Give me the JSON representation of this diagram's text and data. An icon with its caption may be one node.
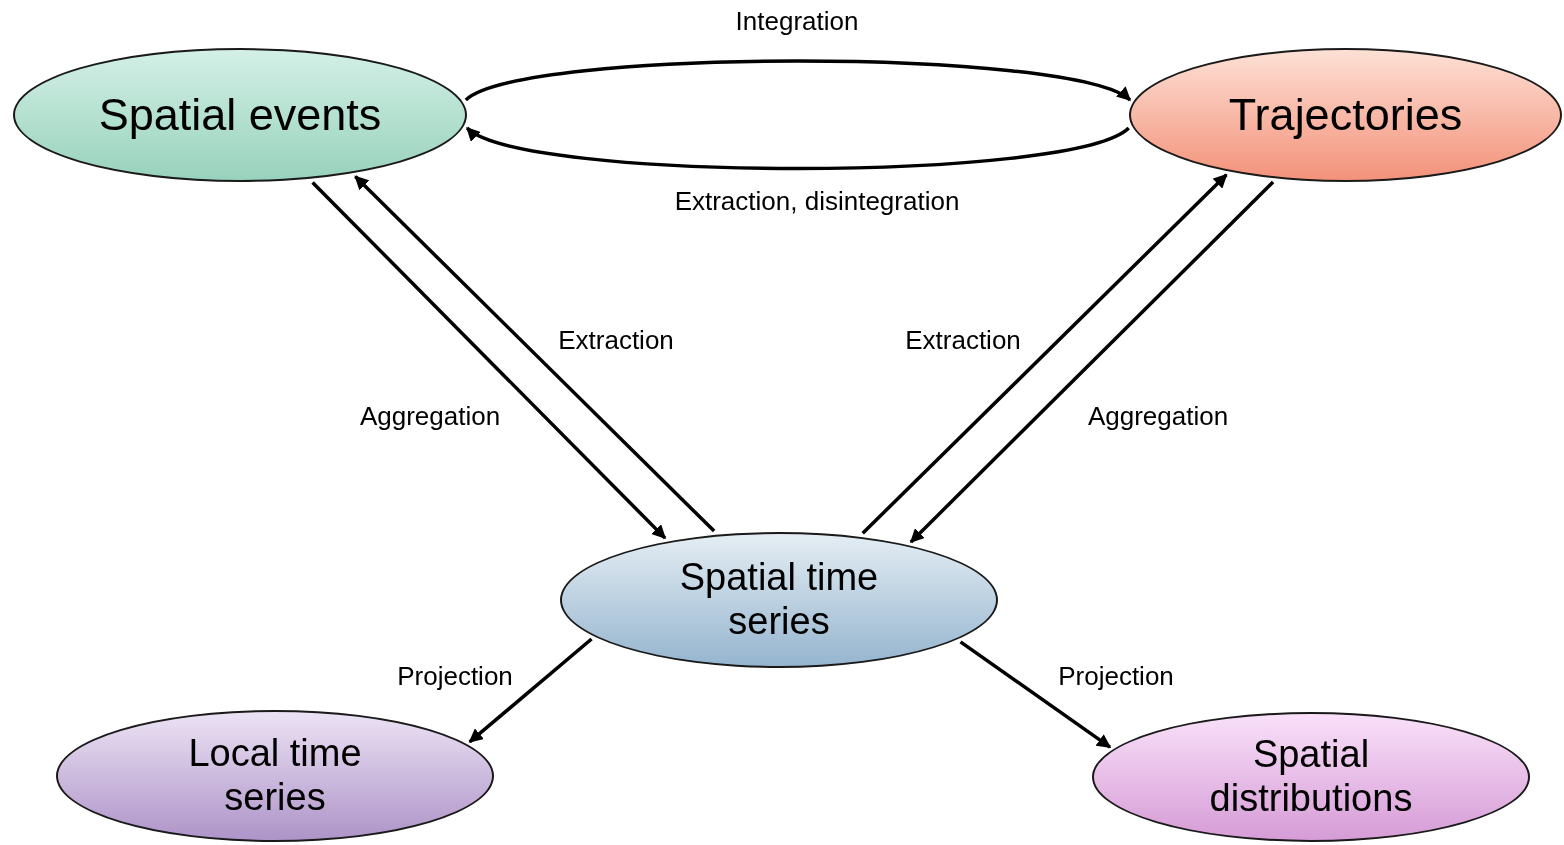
{
  "diagram": {
    "nodes": [
      {
        "text": [
          "Spatial events"
        ]
      },
      {
        "text": [
          "Trajectories"
        ]
      },
      {
        "text": [
          "Spatial time series"
        ]
      },
      {
        "text": [
          "Local time series"
        ]
      },
      {
        "text": [
          "Spatial distributions"
        ]
      }
    ],
    "edges": [
      {
        "from": 0,
        "to": 1,
        "arrow": "to",
        "label": "Integration"
      },
      {
        "from": 1,
        "to": 0,
        "arrow": "to",
        "label": "Extraction, disintegration"
      },
      {
        "from": 0,
        "to": 2,
        "arrow": "to",
        "label": "Aggregation"
      },
      {
        "from": 2,
        "to": 0,
        "arrow": "to",
        "label": "Extraction"
      },
      {
        "from": 2,
        "to": 1,
        "arrow": "to",
        "label": "Extraction"
      },
      {
        "from": 1,
        "to": 2,
        "arrow": "to",
        "label": "Aggregation"
      },
      {
        "from": 2,
        "to": 3,
        "arrow": "to",
        "label": "Projection"
      },
      {
        "from": 2,
        "to": 4,
        "arrow": "to",
        "label": "Projection"
      }
    ]
  }
}
